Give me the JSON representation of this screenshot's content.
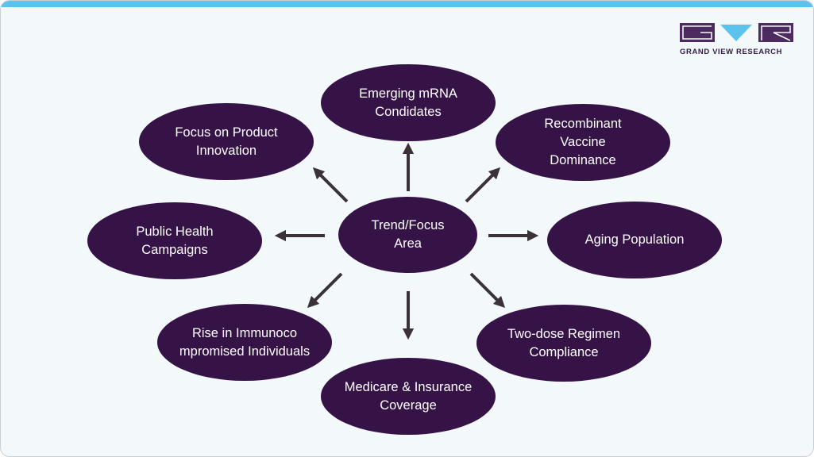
{
  "brand": {
    "name": "GRAND VIEW RESEARCH",
    "logo_colors": [
      "#4d2a60",
      "#5cc3ec"
    ]
  },
  "colors": {
    "background": "#f3f8fb",
    "top_bar": "#5cc3ec",
    "node_fill": "#361347",
    "node_text": "#ffffff",
    "arrow": "#3a3236"
  },
  "diagram": {
    "center": {
      "label": "Trend/Focus Area"
    },
    "nodes": [
      {
        "id": "emerging-mrna",
        "lines": [
          "Emerging mRNA",
          "Condidates"
        ]
      },
      {
        "id": "recombinant-vaccine",
        "lines": [
          "Recombinant",
          "Vaccine",
          "Dominance"
        ]
      },
      {
        "id": "aging-population",
        "lines": [
          "Aging Population"
        ]
      },
      {
        "id": "two-dose-regimen",
        "lines": [
          "Two-dose Regimen",
          "Compliance"
        ]
      },
      {
        "id": "medicare-insurance",
        "lines": [
          "Medicare & Insurance",
          "Coverage"
        ]
      },
      {
        "id": "immunocompromised",
        "lines": [
          "Rise in Immunoco",
          "mpromised Individuals"
        ]
      },
      {
        "id": "public-health",
        "lines": [
          "Public Health",
          "Campaigns"
        ]
      },
      {
        "id": "product-innovation",
        "lines": [
          "Focus on Product",
          "Innovation"
        ]
      }
    ]
  }
}
